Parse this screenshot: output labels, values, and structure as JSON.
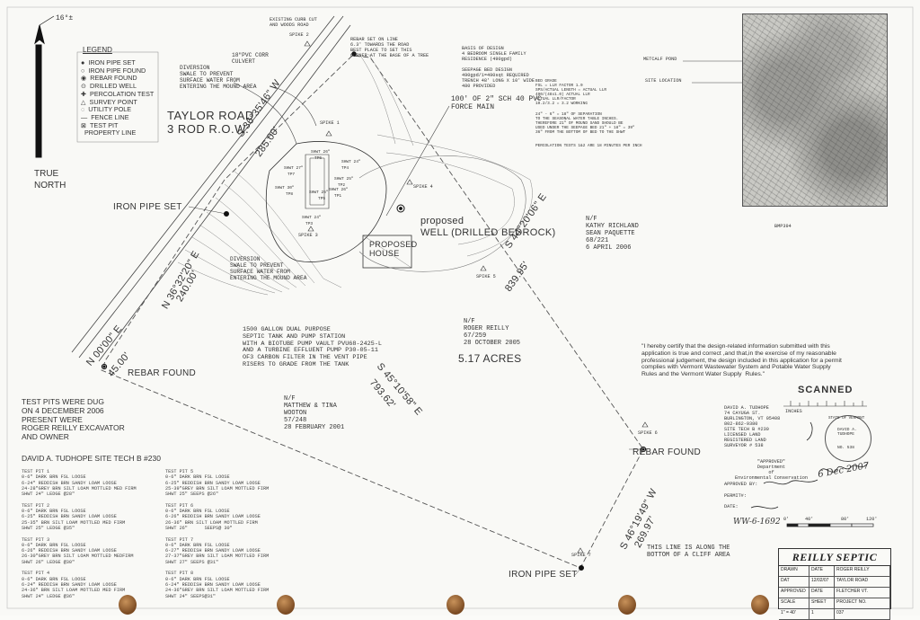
{
  "north": {
    "angle": "16°±",
    "label_true": "TRUE",
    "label_north": "NORTH"
  },
  "legend": {
    "title": "LEGEND",
    "items": [
      {
        "symbol": "●",
        "label": "IRON PIPE SET"
      },
      {
        "symbol": "○",
        "label": "IRON PIPE FOUND"
      },
      {
        "symbol": "◉",
        "label": "REBAR FOUND"
      },
      {
        "symbol": "⊙",
        "label": "DRILLED WELL"
      },
      {
        "symbol": "✚",
        "label": "PERCOLATION TEST"
      },
      {
        "symbol": "△",
        "label": "SURVEY POINT"
      },
      {
        "symbol": "◌",
        "label": "UTILITY POLE"
      },
      {
        "symbol": "—",
        "label": "FENCE LINE"
      },
      {
        "symbol": "⊠",
        "label": "TEST PIT"
      },
      {
        "symbol": "",
        "label": "PROPERTY LINE"
      }
    ]
  },
  "road": {
    "line1": "TAYLOR ROAD",
    "line2": "3 ROD R.O.W."
  },
  "labels": {
    "existing_curb": "EXISTING CURB CUT\nAND WOODS ROAD",
    "spike2": "SPIKE 2",
    "rebar_set": "REBAR SET ON LINE\n6.3' TOWARDS THE ROAD\nBEST PLACE TO SET THIS\nCORNER AT THE BASE OF A TREE",
    "culvert": "18\"PVC CORR\nCULVERT",
    "diversion_top": "DIVERSION\nSWALE TO PREVENT\nSURFACE WATER FROM\nENTERING THE MOUND AREA",
    "basis": "BASIS OF DESIGN\n4 BEDROOM SINGLE FAMILY\nRESIDENCE (490gpd)\n\nSEEPAGE BED DESIGN\n490gpd/1=490sqt REQUIRED\nTRENCH 48' LONG X 10' WIDE\n480 PROVIDED",
    "force_main": "100' OF 2\" SCH 40 PVC\nFORCE MAIN",
    "bed_grade": "BED GRADE\nFSL = LLR FACTOR 1.0\nSPS/ACTUAL LENGTH = ACTUAL LLR\n490/(48x1.0) ACTUAL LLR\nACTUAL LLR/FACTOR\n10.2/3.2 = 3.2 WORKING",
    "separation": "24\" - 6\" = 18\" OF SEPARATION\nTO THE SEASONAL WATER TABLE INCHES.\nTHEREFORE 21\" OF MOUND SAND SHOULD BE\nUSED UNDER THE SEEPAGE BED 21\" + 18\" = 39\"\n36\" FROM THE BOTTOM OF BED TO THE SHWT",
    "perc": "PERCOLATION TESTS 1&2 ARE 18 MINUTES PER INCH",
    "spike1": "SPIKE 1",
    "spike4": "SPIKE 4",
    "spike3": "SPIKE 3",
    "spike5": "SPIKE 5",
    "spike6": "SPIKE 6",
    "spike7": "SPIKE 7",
    "iron_pipe_set": "IRON PIPE SET",
    "iron_pipe_set_bottom": "IRON PIPE SET",
    "proposed_well": "proposed\nWELL (DRILLED BEDROCK)",
    "proposed_house": "PROPOSED\nHOUSE",
    "diversion_bottom": "DIVERSION\nSWALE TO PREVENT\nSURFACE WATER FROM\nENTERING THE MOUND AREA",
    "tank": "1500 GALLON DUAL PURPOSE\nSEPTIC TANK AND PUMP STATION\nWITH A BIOTUBE PUMP VAULT PVU68-2425-L\nAND A TURBINE EFFLUENT PUMP P30-05-11\nOF3 CARBON FILTER IN THE VENT PIPE\nRISERS TO GRADE FROM THE TANK",
    "rebar_found_left": "REBAR FOUND",
    "rebar_found_right": "REBAR FOUND",
    "acres": "5.17 ACRES",
    "cliff": "THIS LINE IS ALONG THE\nBOTTOM OF A CLIFF AREA",
    "metcalf": "METCALF POND",
    "site_location": "SITE LOCATION",
    "bmp": "BMP394"
  },
  "bearings": {
    "b1": "S 36°35'46\" W",
    "b1d": "285.00'",
    "b2": "N 36°32'20\" E",
    "b2d": "240.00'",
    "b3": "N 00'00\" E",
    "b3d": "45.00'",
    "b4": "S 44°20'06\" E",
    "b4d": "839.95'",
    "b5": "S 45°10'58\" E",
    "b5d": "793.62'",
    "b6": "S 46°19'49\" W",
    "b6d": "269.97'"
  },
  "neighbors": {
    "richland": "N/F\nKATHY RICHLAND\nSEAN PAQUETTE\n68/221\n6 APRIL 2006",
    "reilly": "N/F\nROGER REILLY\n67/259\n28 OCTOBER 2005",
    "wooton": "N/F\nMATTHEW & TINA\nWOOTON\n57/248\n28 FEBRUARY 2001"
  },
  "test_pits_note": "TEST PITS WERE DUG\nON 4 DECEMBER 2006\nPRESENT WERE\nROGER REILLY EXCAVATOR\nAND OWNER",
  "tech": "DAVID A. TUDHOPE SITE TECH B #230",
  "pits_left": "TEST PIT 1\n0-6\" DARK BRN FSL LOOSE\n6-24\" REDDISH BRN SANDY LOAM LOOSE\n24-28\"GREY BRN SILT LOAM MOTTLED MED FIRM\nSHWT 24\" LEDGE @28\"\n\nTEST PIT 2\n0-6\" DARK BRN FSL LOOSE\n6-25\" REDDISH BRN SANDY LOAM LOOSE\n25-35\" BRN SILT LOAM MOTTLED MED FIRM\nSHWT 25\" LEDGE @35\"\n\nTEST PIT 3\n0-6\" DARK BRN FSL LOOSE\n6-26\" REDDISH BRN SANDY LOAM LOOSE\n26-30\"GREY BRN SILT LOAM MOTTLED MEDFIRM\nSHWT 26\" LEDGE @30\"\n\nTEST PIT 4\n0-6\" DARK BRN FSL LOOSE\n6-24\" REDDISH BRN SANDY LOAM LOOSE\n24-36\" BRN SILT LOAM MOTTLED MED FIRM\nSHWT 24\" LEDGE @36\"",
  "pits_right": "TEST PIT 5\n0-6\" DARK BRN FSL LOOSE\n6-25\" REDDISH BRN SANDY LOAM LOOSE\n25-39\"GREY BRN SILT LOAM MOTTLED FIRM\nSHWT 25\" SEEPS @26\"\n\nTEST PIT 6\n0-6\" DARK BRN FSL LOOSE\n6-26\" REDDISH BRN SANDY LOAM LOOSE\n26-36\" BRN SILT LOAM MOTTLED FIRM\nSHWT 26\"      SEEPS@ 30\"\n\nTEST PIT 7\n0-6\" DARK BRN FSL LOOSE\n6-27\" REDDISH BRN SANDY LOAM LOOSE\n27-37\"GREY BRN SILT LOAM MOTTLED FIRM\nSHWT 27\" SEEPS @31\"\n\nTEST PIT 8\n0-6\" DARK BRN FSL LOOSE\n6-24\" REDDISH BRN SANDY LOAM LOOSE\n24-36\"GREY BRN SILT LOAM MOTTLED FIRM\nSHWT 24\" SEEPS@31\"",
  "pit_labels": [
    "SHWT 26\"",
    "TP6",
    "SHWT 27\"",
    "TP7",
    "SHWT 30\"",
    "TP8",
    "SHWT 25\"",
    "TP5",
    "SHWT 24\"",
    "TP4",
    "SHWT 25\"",
    "TP2",
    "SHWT 26\"",
    "TP1",
    "SHWT 24\"",
    "TP3"
  ],
  "certification": "\"I hereby certify that the design-related information submitted with this\napplication is true and correct ,and that,in the exercise of my reasonable\nprofessional judgement, the design included in this application for a permit\ncomplies with Vermont Wastewater System and Potable Water Supply\nRules and the Vermont Water Supply  Rules.\"",
  "scanned": "SCANNED",
  "surveyor": "DAVID A. TUDHOPE\n74 CAYUGA ST.\nBURLINGTON, VT 05408\n802-862-9380\nSITE TECH B #230\nLICENSED LAND\nREGISTERED LAND\nSURVEYOR # 538",
  "inches": "INCHES",
  "approved": "\"APPROVED\"\nDepartment\nof\nEnvironmental Conservation",
  "approved_rows": [
    "APPROVED BY:",
    "PERMIT#:",
    "DATE:"
  ],
  "permit_no": "WW-6-1692",
  "seal": {
    "top": "STATE OF VERMONT",
    "name": "DAVID A.\nTUDHOPE",
    "no": "NO. 538"
  },
  "handwritten_date": "6 Dec 2007",
  "scale_ticks": [
    "0'",
    "40'",
    "80'",
    "120'"
  ],
  "title_block": {
    "title": "REILLY SEPTIC",
    "cells": [
      "DRAWN",
      "DATE",
      "ROGER REILLY",
      "DAT",
      "12/02/07",
      "TAYLOR ROAD",
      "APPROVED",
      "DATE",
      "FLETCHER VT.",
      "SCALE",
      "SHEET",
      "PROJECT NO.",
      "1\" = 40'",
      "1",
      "037"
    ]
  }
}
